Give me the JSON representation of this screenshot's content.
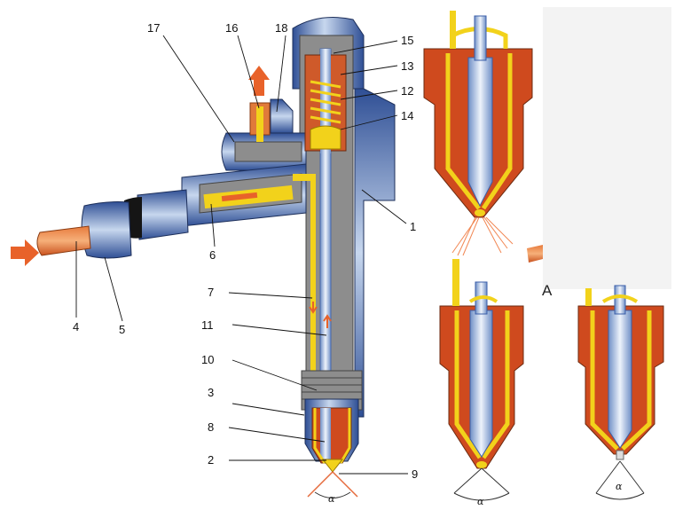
{
  "callouts": [
    {
      "id": "1",
      "text": "1"
    },
    {
      "id": "2",
      "text": "2"
    },
    {
      "id": "3",
      "text": "3"
    },
    {
      "id": "4",
      "text": "4"
    },
    {
      "id": "5",
      "text": "5"
    },
    {
      "id": "6",
      "text": "6"
    },
    {
      "id": "7",
      "text": "7"
    },
    {
      "id": "8",
      "text": "8"
    },
    {
      "id": "9",
      "text": "9"
    },
    {
      "id": "10",
      "text": "10"
    },
    {
      "id": "11",
      "text": "11"
    },
    {
      "id": "12",
      "text": "12"
    },
    {
      "id": "13",
      "text": "13"
    },
    {
      "id": "14",
      "text": "14"
    },
    {
      "id": "15",
      "text": "15"
    },
    {
      "id": "16",
      "text": "16"
    },
    {
      "id": "17",
      "text": "17"
    },
    {
      "id": "18",
      "text": "18"
    }
  ],
  "angle_symbol": "α",
  "stray_letter": "A",
  "colors": {
    "body_gray": "#8c8c8c",
    "dark_gray": "#5a5a5a",
    "blue": "#3a5ea8",
    "light_blue": "#b9cde8",
    "red_orange": "#d9481c",
    "orange_arrow": "#e8622a",
    "yellow": "#f2d21b",
    "fuel_spray": "#e56a3c"
  }
}
